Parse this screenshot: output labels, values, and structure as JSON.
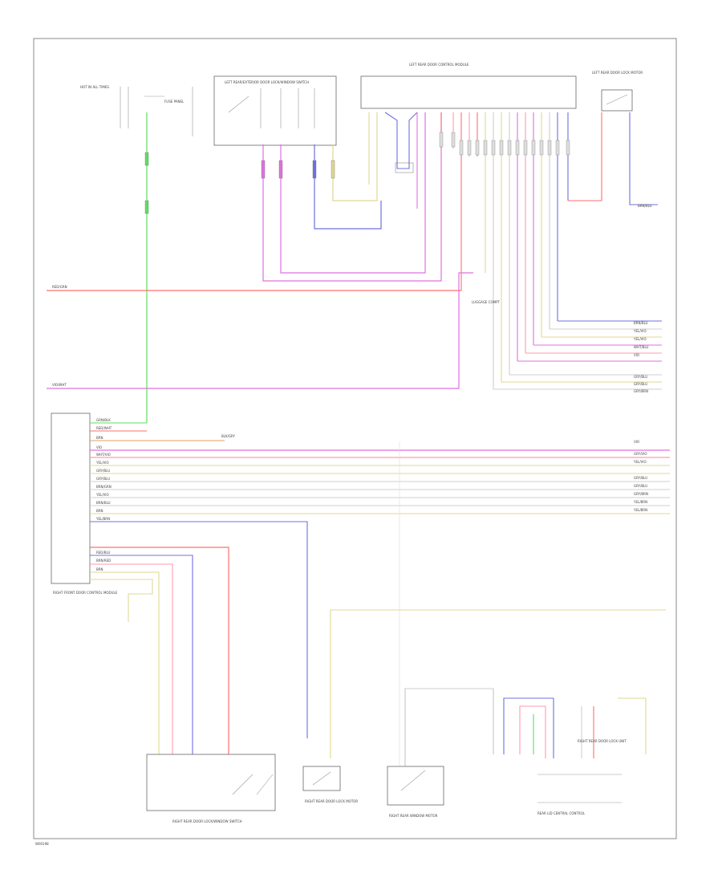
{
  "diagram": {
    "footer_code": "W00198",
    "colors": {
      "green": "#5ee05e",
      "red": "#ff6f6f",
      "violet": "#e070e0",
      "blue": "#7070e0",
      "yellow": "#e0d890",
      "pink": "#ff9ab0",
      "white": "#cfcfcf",
      "orange": "#e6a060",
      "frame": "#888888"
    },
    "components": {
      "fuse_panel": "HOT IN ALL TIMES",
      "fuse_label": "FUSE PANEL",
      "left_mirror_switch": "LEFT REAR/EXTERIOR DOOR LOCK/WINDOW SWITCH",
      "left_rear_module": "LEFT REAR DOOR CONTROL MODULE",
      "left_rear_lock_motor": "LEFT REAR DOOR LOCK MOTOR",
      "right_front_module": "RIGHT FRONT DOOR CONTROL MODULE",
      "right_rear_lock_switch": "RIGHT REAR DOOR LOCK/WINDOW SWITCH",
      "right_rear_lock_motor": "RIGHT REAR DOOR LOCK MOTOR",
      "right_rear_window_motor": "RIGHT REAR WINDOW MOTOR",
      "right_rear_lock_unit": "RIGHT REAR DOOR LOCK UNIT",
      "bottom_group": "REAR LID CENTRAL CONTROL",
      "splice_note": "LUGGAGE COMPT"
    },
    "wire_labels": {
      "left_red": "RED/GRN",
      "left_violet": "VIO/WHT",
      "rf_01": "GRN/BLK",
      "rf_02": "RED/WHT",
      "rf_03": "BRN",
      "rf_04": "VIO",
      "rf_05": "WHT/VIO",
      "rf_06": "YEL/VIO",
      "rf_07": "GRY/BLU",
      "rf_08": "GRY/BLU",
      "rf_09": "BRN/GRN",
      "rf_10": "YEL/VIO",
      "rf_11": "BRN/BLU",
      "rf_12": "BRN",
      "rf_13": "YEL/BRN",
      "rf_14": "RED/BLU",
      "rf_15": "BRN/RED",
      "rf_16": "BRN",
      "right_01": "BRN/BLU",
      "right_02": "YEL/VIO",
      "right_03": "YEL/VIO",
      "right_04": "WHT/BLU",
      "right_05": "VIO",
      "right_06": "GRY/BLU",
      "right_07": "GRY/BLU",
      "right_08": "GRY/BRN",
      "mid_01": "BLK/GRY",
      "mid_02": "VIO",
      "mid_03": "GRY/VIO",
      "mid_04": "YEL/VIO",
      "mid_05": "GRY/BLU",
      "mid_06": "GRY/BLU",
      "mid_07": "GRY/BRN",
      "mid_08": "YEL/BRN",
      "mid_09": "YEL/BRN",
      "yellow_right": "BRN/BLU"
    }
  }
}
